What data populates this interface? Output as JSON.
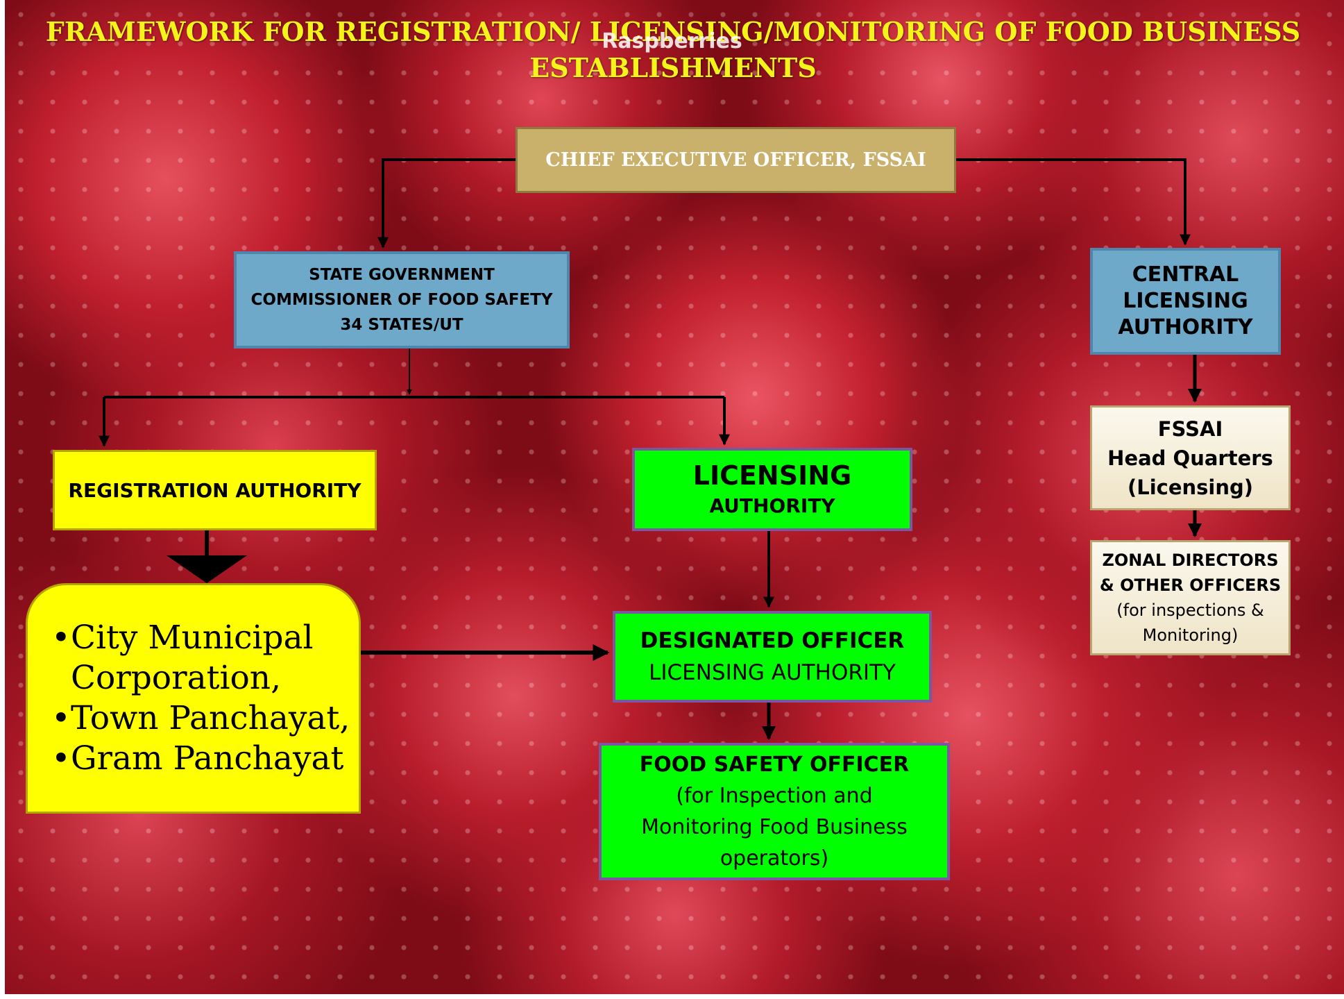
{
  "title": {
    "line1": "FRAMEWORK FOR REGISTRATION/ LICENSING/MONITORING OF FOOD BUSINESS",
    "line2": "ESTABLISHMENTS"
  },
  "watermark": "Raspberries",
  "nodes": {
    "ceo": "CHIEF EXECUTIVE OFFICER, FSSAI",
    "state": {
      "line1": "STATE GOVERNMENT",
      "line2": "COMMISSIONER OF FOOD SAFETY",
      "line3": "34 STATES/UT"
    },
    "central": {
      "line1": "CENTRAL",
      "line2": "LICENSING",
      "line3": "AUTHORITY"
    },
    "registration": "REGISTRATION AUTHORITY",
    "licensing": {
      "line1": "LICENSING",
      "line2": "AUTHORITY"
    },
    "hq": {
      "line1": "FSSAI",
      "line2": "Head Quarters",
      "line3": "(Licensing)"
    },
    "zonal": {
      "line1": "ZONAL DIRECTORS",
      "line2": "& OTHER OFFICERS",
      "line3": "(for inspections &",
      "line4": "Monitoring)"
    },
    "local_bodies": {
      "bullet": "•",
      "item1_line1": "City Municipal",
      "item1_line2": "Corporation,",
      "item2": "Town Panchayat,",
      "item3": "Gram Panchayat"
    },
    "designated": {
      "line1": "DESIGNATED OFFICER",
      "line2": "LICENSING AUTHORITY"
    },
    "fso": {
      "line1": "FOOD SAFETY OFFICER",
      "line2": "(for Inspection and",
      "line3": "Monitoring Food Business",
      "line4": "operators)"
    }
  },
  "colors": {
    "title": "#f4f31a",
    "ceo_fill": "#c9b06b",
    "blue_fill": "#6ea9c9",
    "yellow_fill": "#ffff00",
    "green_fill": "#00ff00",
    "cream_fill": "#f5eedb",
    "connector": "#000000"
  }
}
